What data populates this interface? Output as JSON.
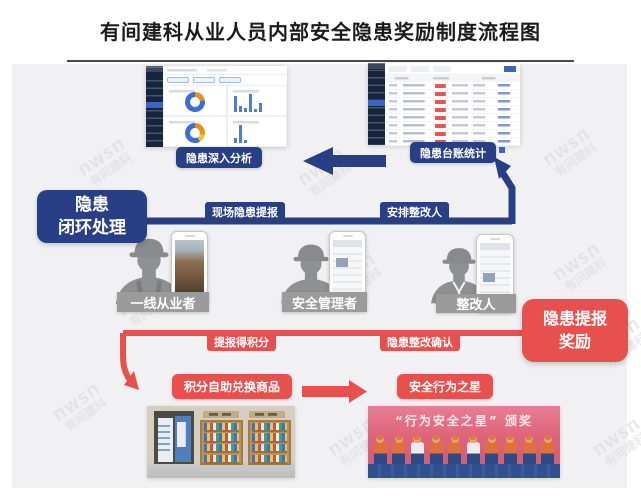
{
  "title": "有间建科从业人员内部安全隐患奖励制度流程图",
  "captions": {
    "analysis": "隐患深入分析",
    "ledger": "隐患台账统计"
  },
  "flow": {
    "closed_loop_line1": "隐患",
    "closed_loop_line2": "闭环处理",
    "report_label": "现场隐患提报",
    "assign_label": "安排整改人",
    "reward_line1": "隐患提报",
    "reward_line2": "奖励",
    "points_label": "提报得积分",
    "confirm_label": "隐患整改确认",
    "redeem_label": "积分自助兑换商品",
    "star_label": "安全行为之星"
  },
  "roles": [
    {
      "name": "一线从业者"
    },
    {
      "name": "安全管理者"
    },
    {
      "name": "整改人"
    }
  ],
  "ceremony": {
    "banner": "“行为安全之星” 颁奖"
  },
  "watermark": {
    "line1": "ΠWSΠ",
    "line2": "有间建科"
  },
  "colors": {
    "navy": "#283f85",
    "red": "#e8504e",
    "band_gray": "#9b9b9b",
    "panel_bg": "#f1f1f3"
  }
}
